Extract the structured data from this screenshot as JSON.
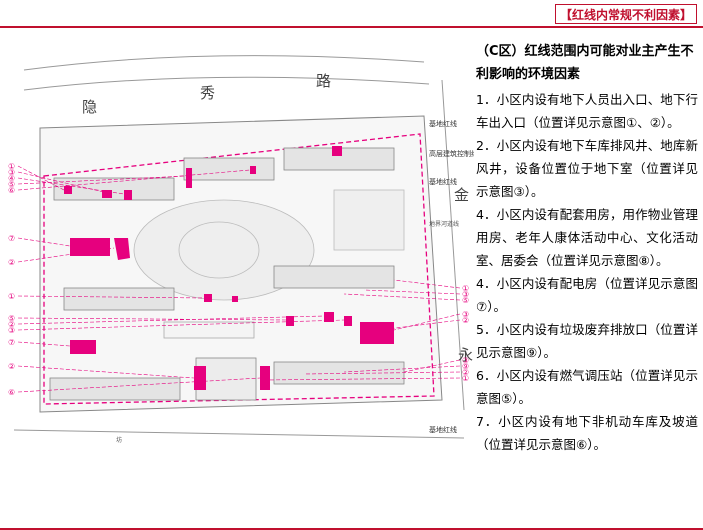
{
  "header": {
    "tag": "【红线内常规不利因素】",
    "accent_color": "#c0102e"
  },
  "plan": {
    "road_chars": [
      "隐",
      "秀",
      "路"
    ],
    "side_chars": [
      "金",
      "永"
    ],
    "labels": {
      "red_line_top": "基地红线",
      "high_rise_control": "高层建筑控制线",
      "red_line_mid": "基地红线",
      "ground_line": "地界河道线",
      "red_line_bottom": "基地红线",
      "bottom_road": "坊"
    },
    "left_markers": [
      "①",
      "③",
      "④",
      "⑤",
      "⑥",
      "⑦",
      "②",
      "①",
      "⑤",
      "②",
      "③",
      "⑦",
      "②",
      "⑥"
    ],
    "right_markers": [
      "①",
      "③",
      "⑤",
      "③",
      "②",
      "③",
      "⑨",
      "②",
      "①"
    ],
    "accent_color": "#e6007e"
  },
  "panel": {
    "title": "（C区）红线范围内可能对业主产生不利影响的环境因素",
    "items": [
      "1．小区内设有地下人员出入口、地下行车出入口（位置详见示意图①、②）。",
      "2．小区内设有地下车库排风井、地库新风井，设备位置位于地下室（位置详见示意图③）。",
      "4．小区内设有配套用房，用作物业管理用房、老年人康体活动中心、文化活动室、居委会（位置详见示意图⑧）。",
      "4．小区内设有配电房（位置详见示意图⑦）。",
      "5．小区内设有垃圾废弃排放口（位置详见示意图⑨）。",
      "6．小区内设有燃气调压站（位置详见示意图⑤）。",
      "7．小区内设有地下非机动车库及坡道（位置详见示意图⑥）。"
    ]
  }
}
